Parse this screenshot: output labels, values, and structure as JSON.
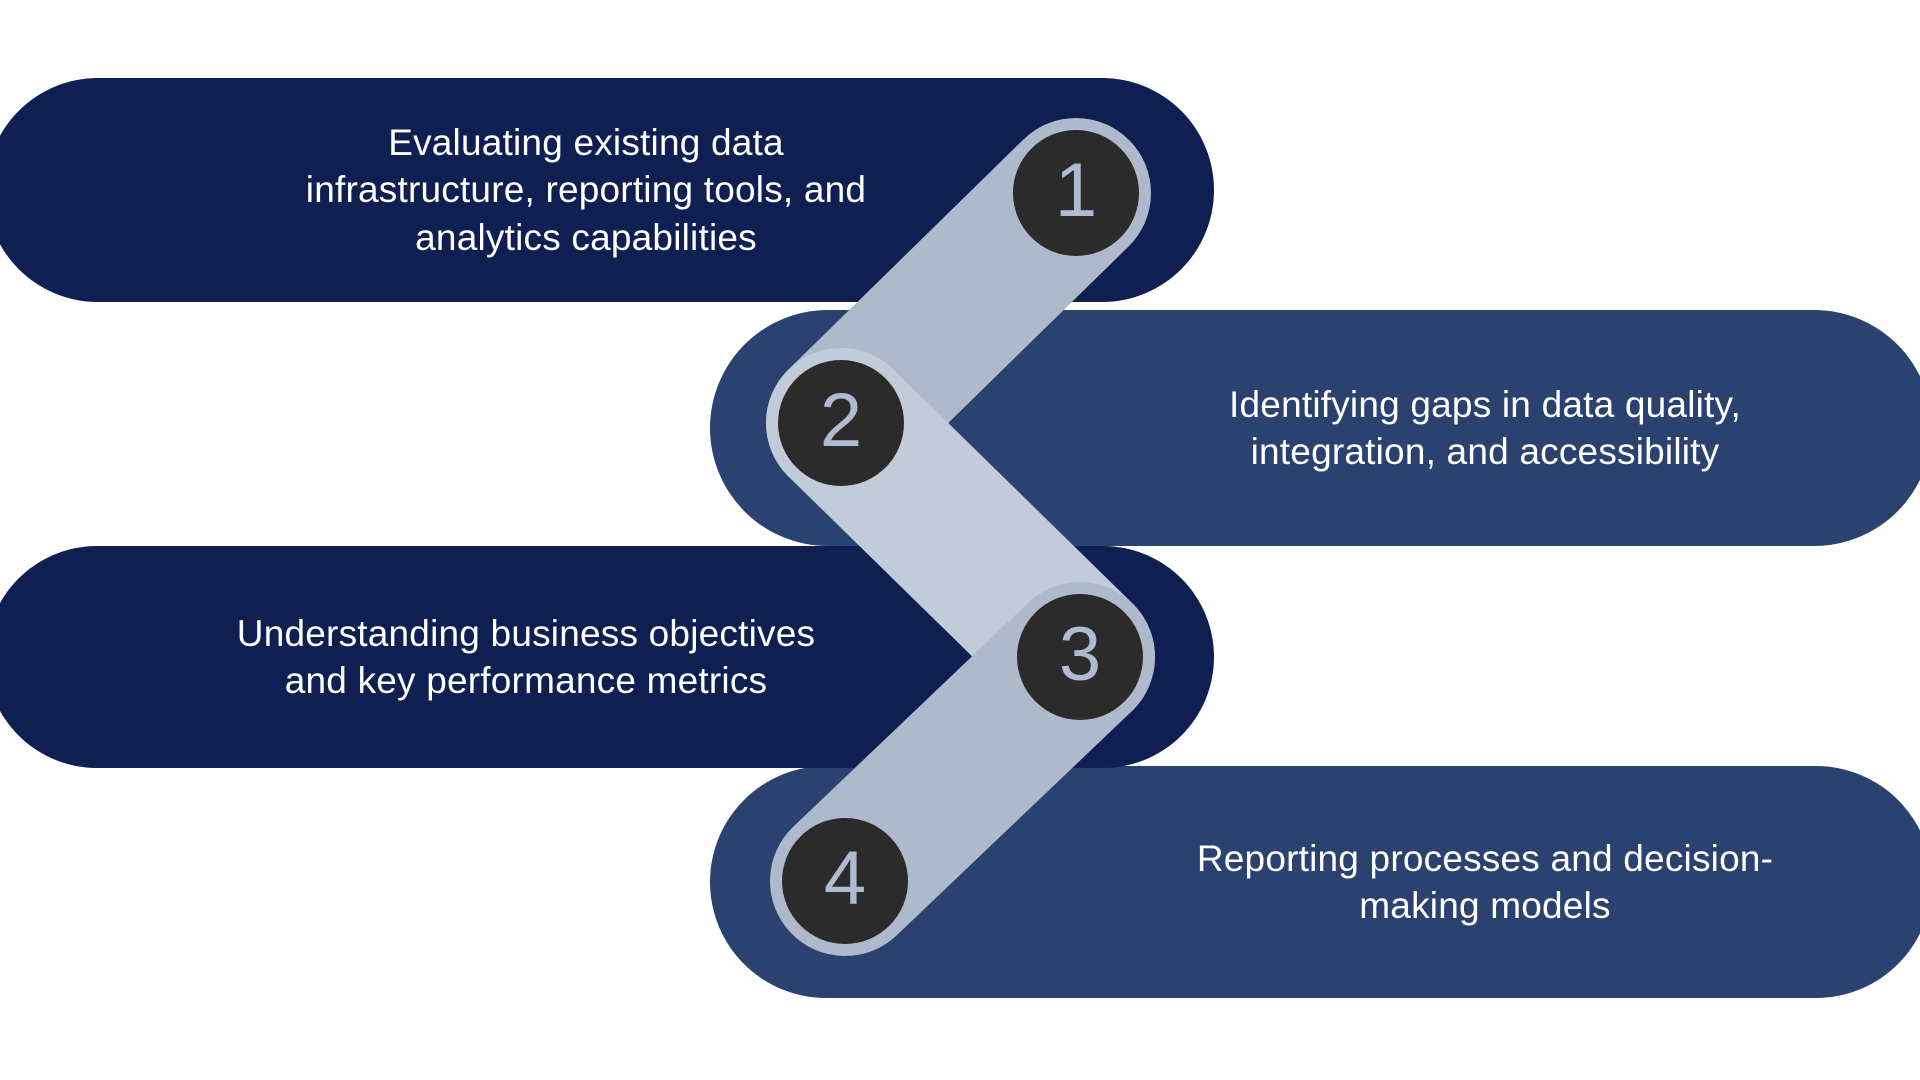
{
  "diagram": {
    "type": "zigzag-process-steps",
    "background_color": "#ffffff",
    "palette": {
      "bar_dark": "#0f1f52",
      "bar_medium": "#2b4270",
      "connector_band": "#aeb9cb",
      "connector_band_light": "#c2cbda",
      "badge_circle": "#2b2b2b",
      "badge_number": "#aebbd0",
      "bar_text": "#ffffff"
    },
    "steps": [
      {
        "number": "1",
        "text": "Evaluating existing data\ninfrastructure, reporting tools, and\nanalytics capabilities",
        "side": "left",
        "bar_color": "#0f1f52"
      },
      {
        "number": "2",
        "text": "Identifying gaps in data quality,\nintegration, and accessibility",
        "side": "right",
        "bar_color": "#2b4270"
      },
      {
        "number": "3",
        "text": "Understanding business objectives\nand key performance metrics",
        "side": "left",
        "bar_color": "#0f1f52"
      },
      {
        "number": "4",
        "text": "Reporting processes and decision-\nmaking models",
        "side": "right",
        "bar_color": "#2b4270"
      }
    ]
  }
}
